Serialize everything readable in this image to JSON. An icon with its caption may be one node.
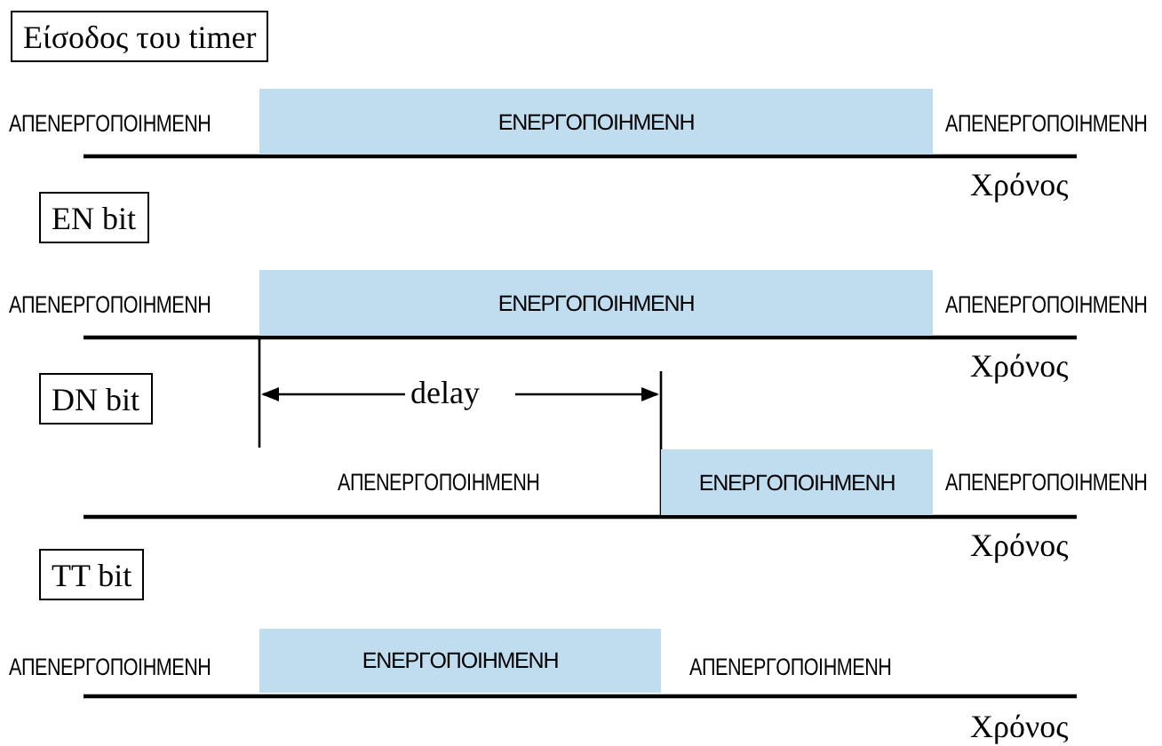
{
  "diagram": {
    "nodes": [
      {
        "text": [
          "Είσοδος του timer"
        ]
      },
      {
        "text": [
          "ΕΝΕΡΓΟΠΟΙΗΜΕΝΗ"
        ]
      },
      {
        "text": [
          "EN bit"
        ]
      },
      {
        "text": [
          "ΕΝΕΡΓΟΠΟΙΗΜΕΝΗ"
        ]
      },
      {
        "text": [
          "DN bit"
        ]
      },
      {
        "text": [
          "ΕΝΕΡΓΟΠΟΙΗΜΕΝΗ"
        ]
      },
      {
        "text": [
          "TT bit"
        ]
      },
      {
        "text": [
          "ΕΝΕΡΓΟΠΟΙΗΜΕΝΗ"
        ]
      }
    ],
    "labels": [
      "ΑΠΕΝΕΡΓΟΠΟΙΗΜΕΝΗ",
      "ΑΠΕΝΕΡΓΟΠΟΙΗΜΕΝΗ",
      "Χρόνος",
      "ΑΠΕΝΕΡΓΟΠΟΙΗΜΕΝΗ",
      "ΑΠΕΝΕΡΓΟΠΟΙΗΜΕΝΗ",
      "Χρόνος",
      "delay",
      "ΑΠΕΝΕΡΓΟΠΟΙΗΜΕΝΗ",
      "ΑΠΕΝΕΡΓΟΠΟΙΗΜΕΝΗ",
      "Χρόνος",
      "ΑΠΕΝΕΡΓΟΠΟΙΗΜΕΝΗ",
      "ΑΠΕΝΕΡΓΟΠΟΙΗΜΕΝΗ",
      "Χρόνος"
    ]
  }
}
